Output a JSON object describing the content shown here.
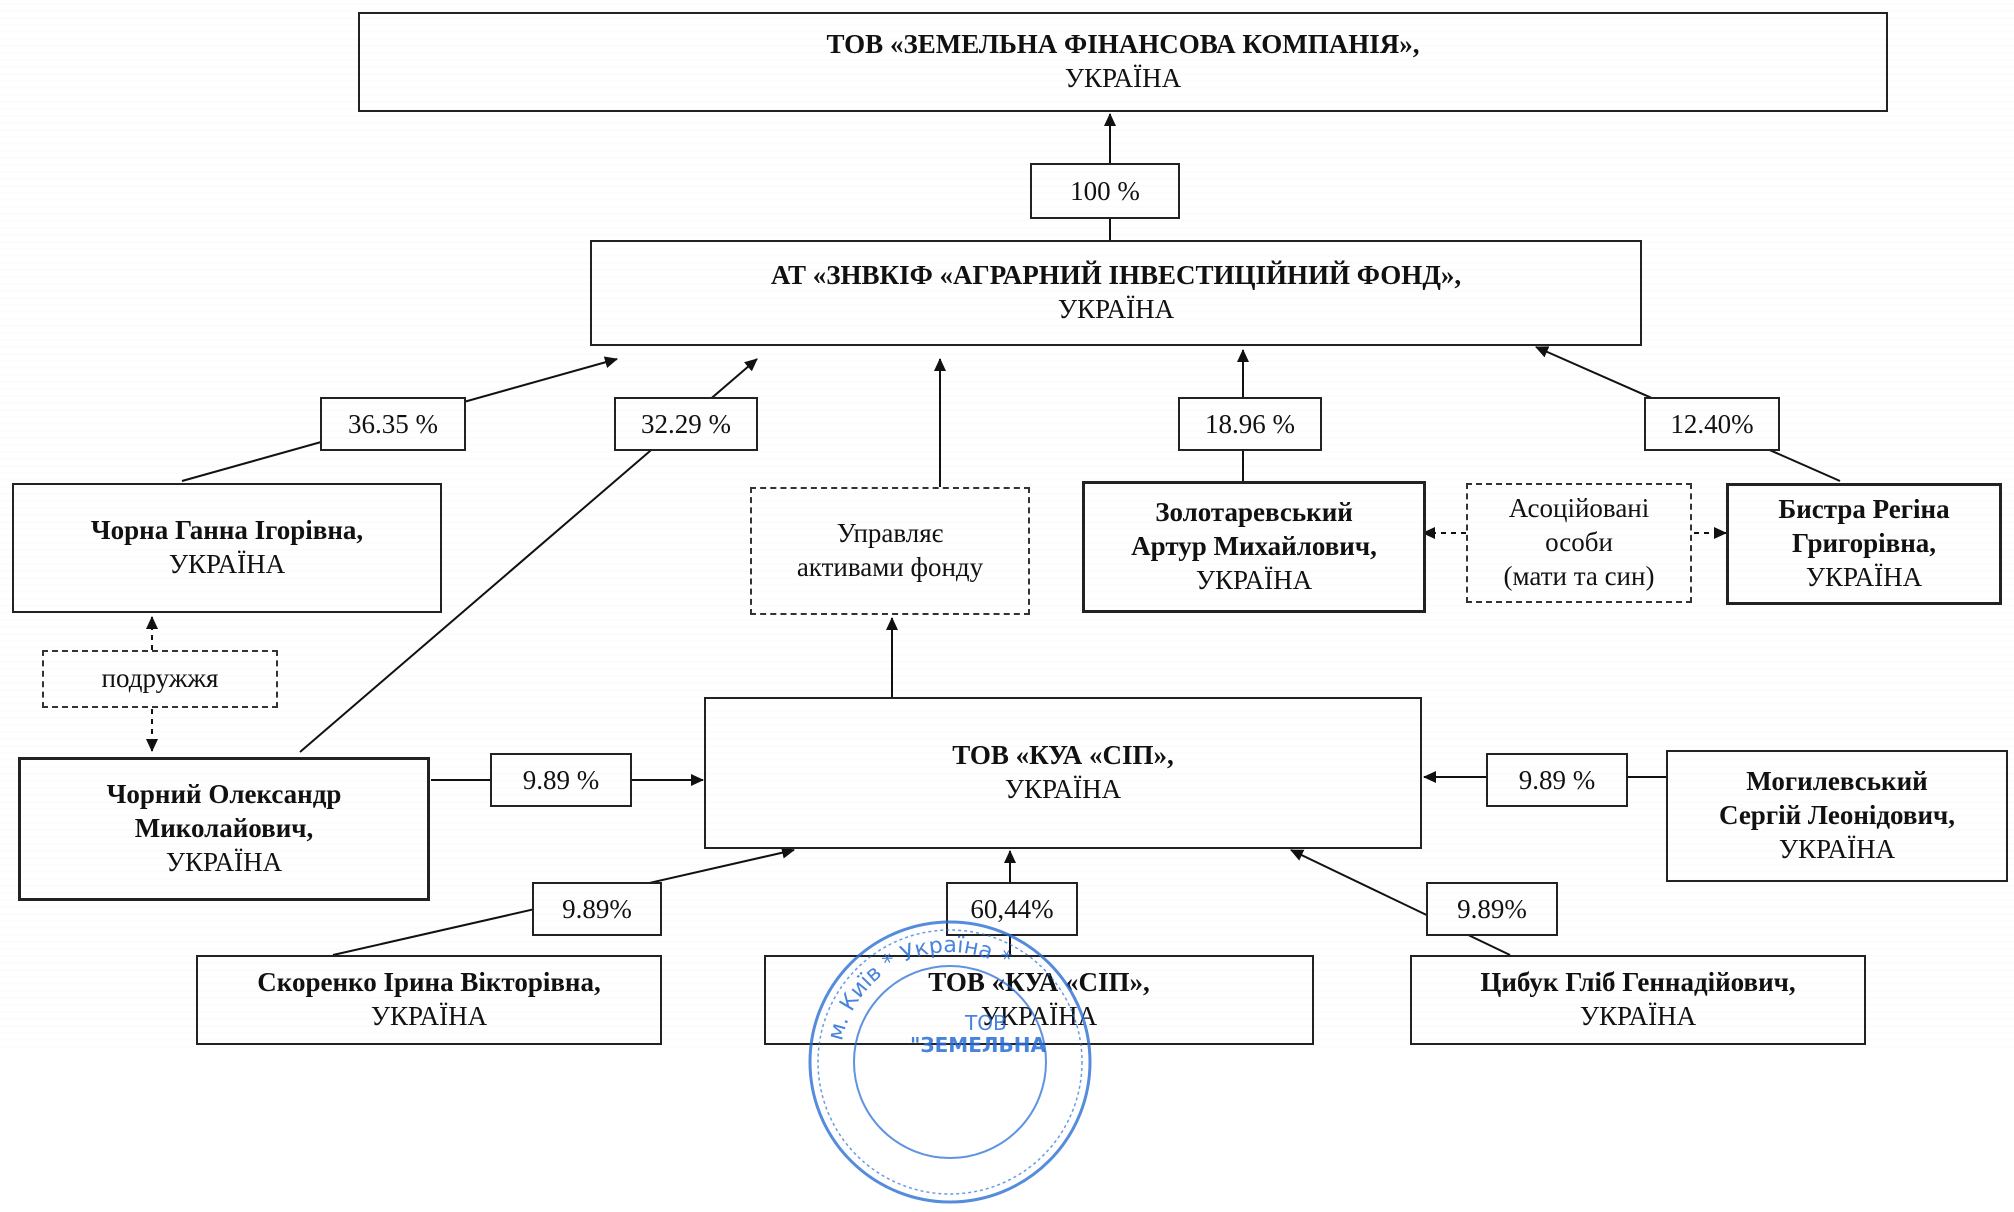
{
  "nodes": {
    "zfk": {
      "title": "ТОВ «ЗЕМЕЛЬНА ФІНАНСОВА КОМПАНІЯ»,",
      "country": "УКРАЇНА"
    },
    "aif": {
      "title": "АТ «ЗНВКІФ «АГРАРНИЙ ІНВЕСТИЦІЙНИЙ ФОНД»,",
      "country": "УКРАЇНА"
    },
    "chorna": {
      "line1": "Чорна Ганна Ігорівна,",
      "country": "УКРАЇНА"
    },
    "chornyi": {
      "line1": "Чорний Олександр",
      "line2": "Миколайович,",
      "country": "УКРАЇНА"
    },
    "zolotarevskyi": {
      "line1": "Золотаревський",
      "line2": "Артур Михайлович,",
      "country": "УКРАЇНА"
    },
    "bystra": {
      "line1": "Бистра Регіна",
      "line2": "Григорівна,",
      "country": "УКРАЇНА"
    },
    "kua_sip": {
      "title": "ТОВ «КУА «СІП»,",
      "country": "УКРАЇНА"
    },
    "mohylevskyi": {
      "line1": "Могилевський",
      "line2": "Сергій Леонідович,",
      "country": "УКРАЇНА"
    },
    "skorenko": {
      "line1": "Скоренко Ірина Вікторівна,",
      "country": "УКРАЇНА"
    },
    "kua_sip_bottom": {
      "title": "ТОВ «КУА «СІП»,",
      "country": "УКРАЇНА"
    },
    "tsybuk": {
      "line1": "Цибук Гліб Геннадійович,",
      "country": "УКРАЇНА"
    }
  },
  "notes": {
    "manages": {
      "line1": "Управляє",
      "line2": "активами фонду"
    },
    "spouses": {
      "line1": "подружжя"
    },
    "associated": {
      "line1": "Асоційовані",
      "line2": "особи",
      "line3": "(мати та син)"
    }
  },
  "shares": {
    "zfk_from_aif": "100 %",
    "chorna": "36.35 %",
    "chornyi_to_aif": "32.29 %",
    "zolotarevskyi": "18.96 %",
    "bystra": "12.40%",
    "chornyi_to_kua": "9.89 %",
    "mohylevskyi": "9.89 %",
    "skorenko": "9.89%",
    "kua_bottom": "60,44%",
    "tsybuk": "9.89%"
  },
  "seal": {
    "ring_text": "м. Київ * Україна *",
    "inner_text_1": "ТОВ",
    "inner_text_2": "\"ЗЕМЕЛЬНА",
    "color": "#2a6fd6"
  },
  "colors": {
    "stroke": "#222222",
    "seal": "#2a6fd6"
  }
}
